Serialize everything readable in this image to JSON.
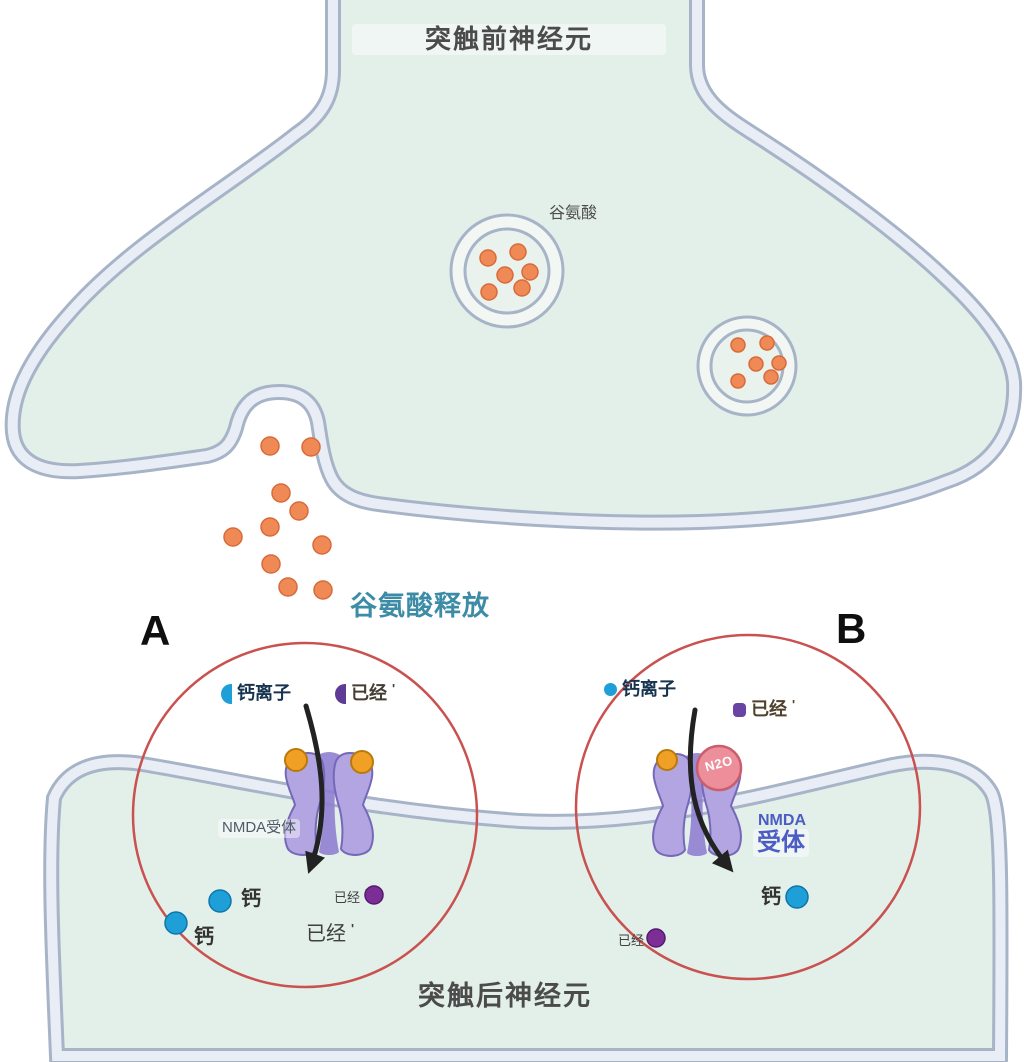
{
  "colors": {
    "cell_fill": "#e3efe9",
    "membrane_line": "#a7b4c8",
    "membrane_band": "#e9eef6",
    "glutamate_dot": "#ef8a56",
    "red_circle": "#c9514f",
    "receptor_purple": "#b2a5e1",
    "receptor_dark": "#8f80d0",
    "orange_site": "#f0a125",
    "calcium_blue": "#1f9fd8",
    "magnesium_purple": "#7c2e96",
    "n2o_pink": "#ec8f9b",
    "arrow": "#222222",
    "release_text": "#3d8ca6",
    "nmda_blue": "#4b5cc4",
    "title_gray": "#4b4b4b",
    "ion_label_navy": "#17344f"
  },
  "presynaptic": {
    "title": "突触前神经元"
  },
  "vesicles": {
    "label": "谷氨酸"
  },
  "release": {
    "label": "谷氨酸释放"
  },
  "panelA": {
    "panel_label": "A",
    "calcium_ion_label": "钙离子",
    "blocker_top_label": "已经",
    "blocker_top_tick": "'",
    "receptor_label": "NMDA受体",
    "calcium_label_1": "钙",
    "calcium_label_2": "钙",
    "blocker_small_label": "已经",
    "blocker_small_tick": "'",
    "blocker_big_label": "已经",
    "blocker_big_tick": "'"
  },
  "panelB": {
    "panel_label": "B",
    "calcium_ion_label": "钙离子",
    "blocker_top_label": "已经",
    "blocker_top_tick": "'",
    "n2o_label": "N2O",
    "receptor_label_line1": "NMDA",
    "receptor_label_line2": "受体",
    "calcium_label": "钙",
    "blocker_small_label": "已经"
  },
  "postsynaptic": {
    "title": "突触后神经元"
  }
}
